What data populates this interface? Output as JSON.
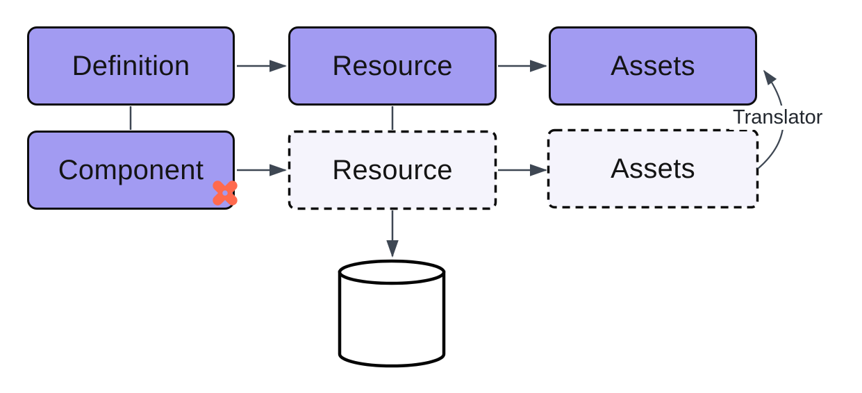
{
  "nodes": {
    "definition": {
      "label": "Definition",
      "style": "solid"
    },
    "resource_top": {
      "label": "Resource",
      "style": "solid"
    },
    "assets_top": {
      "label": "Assets",
      "style": "solid"
    },
    "component": {
      "label": "Component",
      "style": "solid"
    },
    "resource_ghost": {
      "label": "Resource",
      "style": "dashed"
    },
    "assets_ghost": {
      "label": "Assets",
      "style": "dashed"
    }
  },
  "edges": {
    "translator": {
      "label": "Translator"
    }
  },
  "icons": {
    "component_badge": "dbt-logo-icon",
    "database": "cylinder-database-shape"
  },
  "colors": {
    "node_fill": "#a29bf2",
    "ghost_fill": "#f5f4fc",
    "node_border": "#0c0c0c",
    "connector": "#3e4753",
    "dbt_orange": "#ff6a4e",
    "label_text": "#141414"
  }
}
